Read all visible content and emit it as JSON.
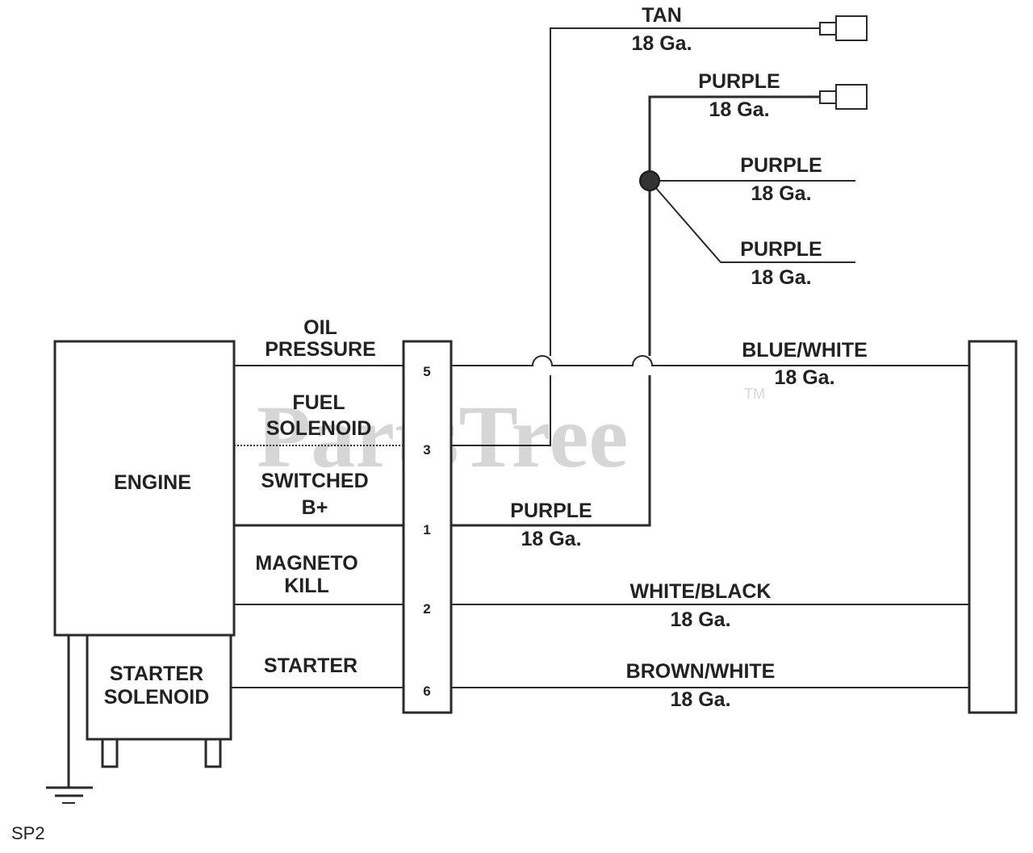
{
  "watermark": {
    "text": "PartsTree",
    "tm": "TM"
  },
  "components": {
    "engine": "ENGINE",
    "starter_solenoid_line1": "STARTER",
    "starter_solenoid_line2": "SOLENOID",
    "ground_label": "SP2"
  },
  "signals": {
    "oil_pressure_line1": "OIL",
    "oil_pressure_line2": "PRESSURE",
    "fuel_solenoid_line1": "FUEL",
    "fuel_solenoid_line2": "SOLENOID",
    "switched_line1": "SWITCHED",
    "switched_line2": "B+",
    "magneto_line1": "MAGNETO",
    "magneto_line2": "KILL",
    "starter": "STARTER"
  },
  "pins": {
    "p5": "5",
    "p3": "3",
    "p1": "1",
    "p2": "2",
    "p6": "6"
  },
  "wires": {
    "tan": {
      "color": "TAN",
      "gauge": "18 Ga."
    },
    "purple_top": {
      "color": "PURPLE",
      "gauge": "18 Ga."
    },
    "purple_mid": {
      "color": "PURPLE",
      "gauge": "18 Ga."
    },
    "purple_low": {
      "color": "PURPLE",
      "gauge": "18 Ga."
    },
    "purple_pin1": {
      "color": "PURPLE",
      "gauge": "18 Ga."
    },
    "blue_white": {
      "color": "BLUE/WHITE",
      "gauge": "18 Ga."
    },
    "white_black": {
      "color": "WHITE/BLACK",
      "gauge": "18 Ga."
    },
    "brown_white": {
      "color": "BROWN/WHITE",
      "gauge": "18 Ga."
    }
  }
}
